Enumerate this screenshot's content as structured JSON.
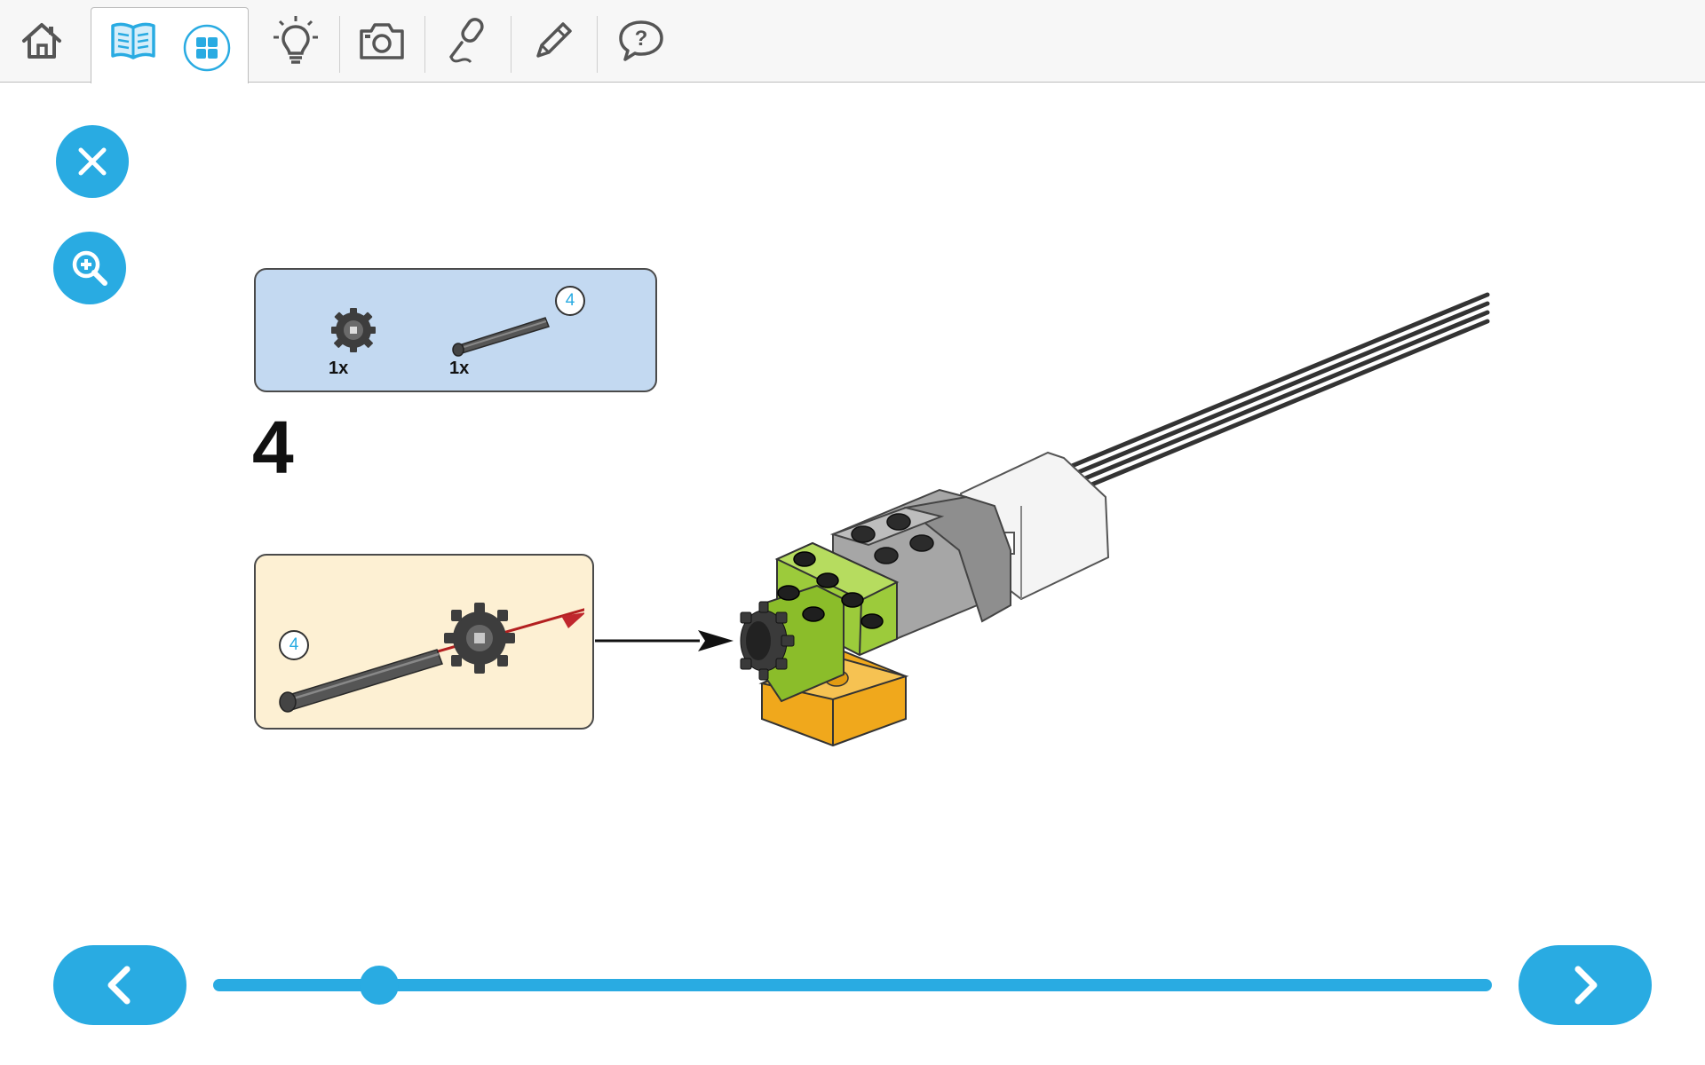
{
  "toolbar": {
    "items": [
      {
        "icon": "home-icon"
      },
      {
        "icon": "book-icon"
      },
      {
        "icon": "grid-icon"
      },
      {
        "icon": "lightbulb-icon"
      },
      {
        "icon": "camera-icon"
      },
      {
        "icon": "microphone-icon"
      },
      {
        "icon": "pencil-icon"
      },
      {
        "icon": "help-icon",
        "label": "?"
      }
    ]
  },
  "side_actions": {
    "close_icon": "close-icon",
    "zoom_icon": "zoom-in-icon"
  },
  "instruction": {
    "step_number": "4",
    "parts": [
      {
        "name": "gear",
        "quantity": "1x"
      },
      {
        "name": "axle",
        "quantity": "1x",
        "length_callout": "4"
      }
    ],
    "sub_assembly": {
      "axle_length_callout": "4"
    }
  },
  "navigation": {
    "prev_icon": "chevron-left-icon",
    "next_icon": "chevron-right-icon",
    "slider_position": 0.13
  },
  "colors": {
    "accent": "#29abe2",
    "parts_panel": "#c3d9f1",
    "subassembly_panel": "#fdf0d3",
    "brick_green": "#9ccb3b",
    "brick_orange": "#f0a81c",
    "motor_grey": "#a8a8a8"
  }
}
